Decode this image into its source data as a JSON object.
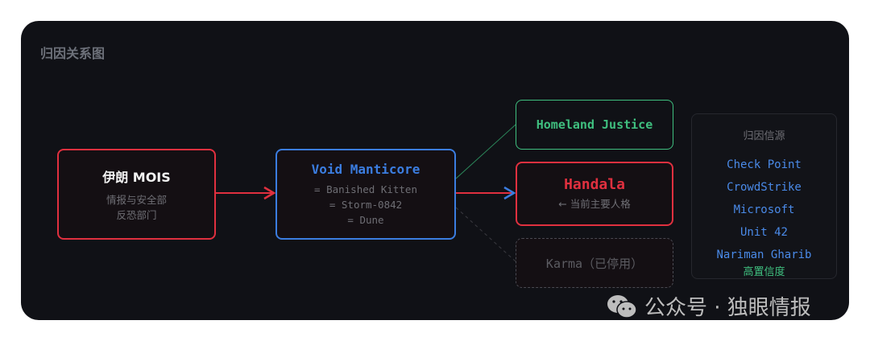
{
  "title": "归因关系图",
  "nodes": {
    "mois": {
      "name": "伊朗 MOIS",
      "line1": "情报与安全部",
      "line2": "反恐部门"
    },
    "void": {
      "name": "Void Manticore",
      "aliases": [
        "= Banished Kitten",
        "= Storm-0842",
        "= Dune"
      ]
    },
    "homeland": {
      "name": "Homeland Justice"
    },
    "handala": {
      "name": "Handala",
      "note": "← 当前主要人格"
    },
    "karma": {
      "name": "Karma（已停用）"
    }
  },
  "sources": {
    "heading": "归因信源",
    "items": [
      "Check Point",
      "CrowdStrike",
      "Microsoft",
      "Unit 42",
      "Nariman Gharib"
    ],
    "confidence": "高置信度"
  },
  "watermark": "公众号 · 独眼情报",
  "colors": {
    "red": "#e0303f",
    "blue": "#3b7de0",
    "green": "#3fbf7f",
    "gray": "#4a4a52"
  }
}
